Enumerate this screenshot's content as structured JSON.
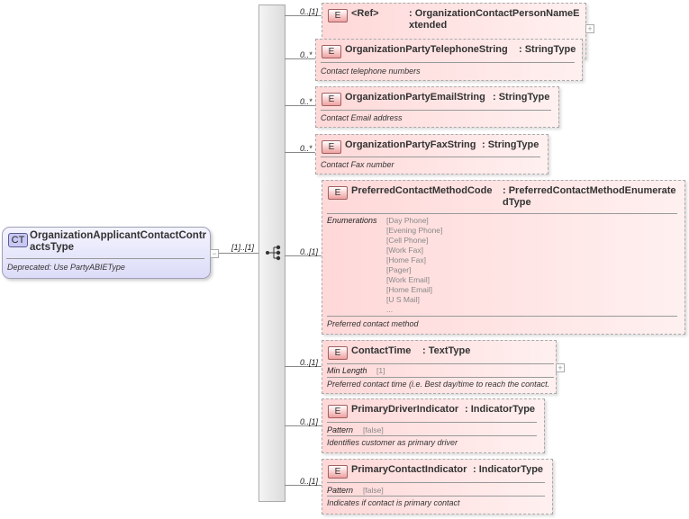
{
  "root": {
    "badge": "CT",
    "name": "OrganizationApplicantContactContractsType",
    "description": "Deprecated: Use PartyABIEType",
    "cardinality": "[1]..[1]"
  },
  "elements": [
    {
      "badge": "E",
      "name": "<Ref>",
      "type": ": OrganizationContactPersonNameExtended",
      "cardinality": "0..[1]"
    },
    {
      "badge": "E",
      "name": "OrganizationPartyTelephoneString",
      "type": ": StringType",
      "description": "Contact telephone numbers",
      "cardinality": "0..*"
    },
    {
      "badge": "E",
      "name": "OrganizationPartyEmailString",
      "type": ": StringType",
      "description": "Contact Email address",
      "cardinality": "0..*"
    },
    {
      "badge": "E",
      "name": "OrganizationPartyFaxString",
      "type": ": StringType",
      "description": "Contact Fax number",
      "cardinality": "0..*"
    },
    {
      "badge": "E",
      "name": "PreferredContactMethodCode",
      "type": ": PreferredContactMethodEnumeratedType",
      "facet_label": "Enumerations",
      "facet_values": [
        "[Day Phone]",
        "[Evening Phone]",
        "[Cell Phone]",
        "[Work Fax]",
        "[Home Fax]",
        "[Pager]",
        "[Work Email]",
        "[Home Email]",
        "[U S Mail]",
        "..."
      ],
      "description": "Preferred contact method",
      "cardinality": "0..[1]"
    },
    {
      "badge": "E",
      "name": "ContactTime",
      "type": ": TextType",
      "facet_label": "Min Length",
      "facet_value": "[1]",
      "description": "Preferred contact time (i.e. Best day/time to reach the contact.",
      "cardinality": "0..[1]"
    },
    {
      "badge": "E",
      "name": "PrimaryDriverIndicator",
      "type": ": IndicatorType",
      "facet_label": "Pattern",
      "facet_value": "[false]",
      "description": "Identifies customer as primary driver",
      "cardinality": "0..[1]"
    },
    {
      "badge": "E",
      "name": "PrimaryContactIndicator",
      "type": ": IndicatorType",
      "facet_label": "Pattern",
      "facet_value": "[false]",
      "description": "Indicates if contact is primary contact",
      "cardinality": "0..[1]"
    }
  ],
  "icons": {
    "collapse": "minus-icon",
    "expand": "plus-icon",
    "sequence": "sequence-icon"
  }
}
